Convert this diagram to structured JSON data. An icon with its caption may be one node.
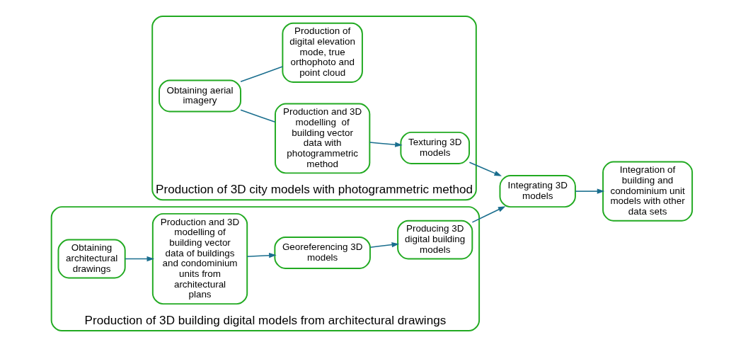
{
  "diagram": {
    "nodes": [
      {
        "text": [
          "Production of 3D city models with photogrammetric method"
        ]
      },
      {
        "text": [
          "Obtaining aerial imagery"
        ],
        "in": 0
      },
      {
        "text": [
          "Production and 3D modelling  of building vector data with photogrammetric method"
        ],
        "in": 0
      },
      {
        "text": [
          "Production of digital elevation mode, true orthophoto and point cloud"
        ],
        "in": 0
      },
      {
        "text": [
          "Texturing 3D models"
        ],
        "in": 0
      },
      {
        "text": [
          "Production of 3D building digital models from architectural drawings"
        ]
      },
      {
        "text": [
          "Obtaining architectural drawings"
        ],
        "in": 5
      },
      {
        "text": [
          "Production and 3D modelling of building vector data of buildings and condominium units from architectural plans"
        ],
        "in": 5
      },
      {
        "text": [
          "Georeferencing 3D models"
        ],
        "in": 5
      },
      {
        "text": [
          "Producing 3D digital building models"
        ],
        "in": 5
      },
      {
        "text": [
          "Integrating 3D models"
        ]
      },
      {
        "text": [
          "Integration of building and condominium unit models with other data sets"
        ]
      }
    ],
    "edges": [
      {
        "from": 1,
        "to": 2,
        "arrow": "none"
      },
      {
        "from": 1,
        "to": 3,
        "arrow": "none"
      },
      {
        "from": 2,
        "to": 4,
        "arrow": "to"
      },
      {
        "from": 4,
        "to": 10,
        "arrow": "to"
      },
      {
        "from": 6,
        "to": 7,
        "arrow": "to"
      },
      {
        "from": 7,
        "to": 8,
        "arrow": "to"
      },
      {
        "from": 8,
        "to": 9,
        "arrow": "to"
      },
      {
        "from": 9,
        "to": 10,
        "arrow": "to"
      },
      {
        "from": 10,
        "to": 11,
        "arrow": "to"
      }
    ]
  }
}
